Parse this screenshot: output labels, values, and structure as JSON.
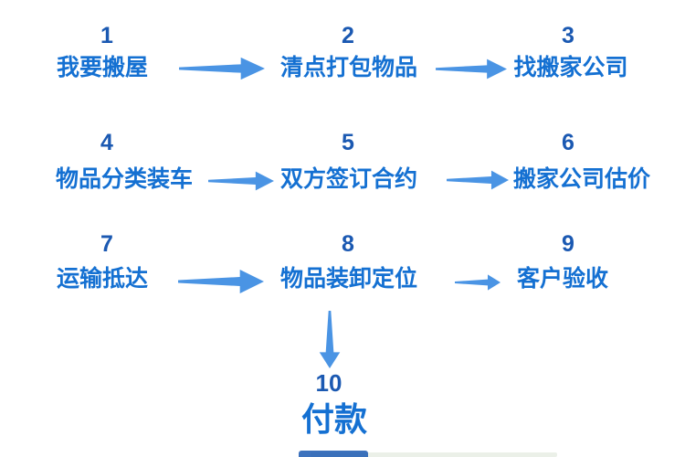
{
  "flowchart": {
    "title_semantic": "moving-house-process-flow",
    "colors": {
      "number": "#1b59b2",
      "label": "#1470d2",
      "arrow": "#4a94e4"
    },
    "steps": [
      {
        "number": "1",
        "label": "我要搬屋"
      },
      {
        "number": "2",
        "label": "清点打包物品"
      },
      {
        "number": "3",
        "label": "找搬家公司"
      },
      {
        "number": "4",
        "label": "物品分类装车"
      },
      {
        "number": "5",
        "label": "双方签订合约"
      },
      {
        "number": "6",
        "label": "搬家公司估价"
      },
      {
        "number": "7",
        "label": "运输抵达"
      },
      {
        "number": "8",
        "label": "物品装卸定位"
      },
      {
        "number": "9",
        "label": "客户验收"
      },
      {
        "number": "10",
        "label": "付款"
      }
    ]
  }
}
